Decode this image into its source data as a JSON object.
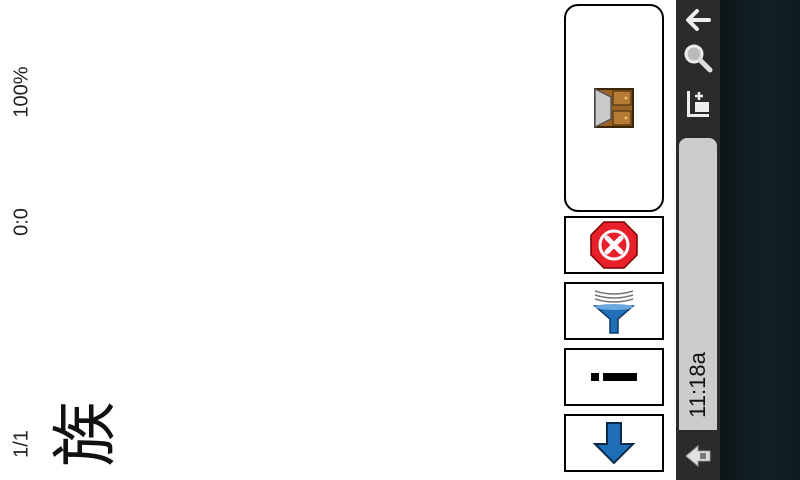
{
  "status": {
    "zoom": "100%",
    "position": "0:0",
    "page": "1/1"
  },
  "glyph": {
    "char": "族"
  },
  "buttons": [
    {
      "name": "open-book-button",
      "icon": "book-icon"
    },
    {
      "name": "close-button",
      "icon": "stop-x-icon"
    },
    {
      "name": "filter-button",
      "icon": "funnel-icon"
    },
    {
      "name": "minus-button",
      "icon": "minus-icon"
    },
    {
      "name": "scroll-down-button",
      "icon": "arrow-down-icon"
    }
  ],
  "system": {
    "time": "11:18a",
    "icons": [
      "back-arrow-icon",
      "search-icon",
      "list-add-icon",
      "home-icon"
    ]
  },
  "colors": {
    "stop_red": "#e8202a",
    "arrow_blue": "#1f6fb8",
    "book_brown": "#9a6524"
  }
}
